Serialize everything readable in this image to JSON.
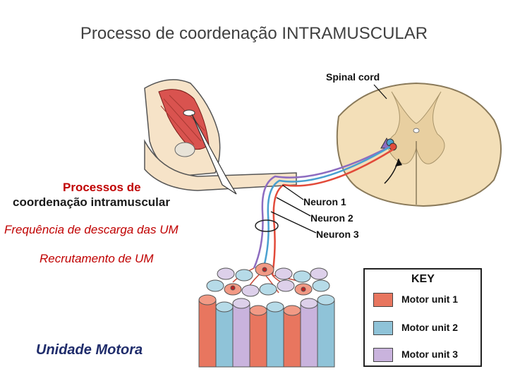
{
  "title": "Processo de coordenação INTRAMUSCULAR",
  "overlay": {
    "heading_line1": "Processos de",
    "heading_line2": "coordenação intramuscular",
    "item1": "Frequência de descarga das UM",
    "item2": "Recrutamento de UM",
    "footer": "Unidade Motora"
  },
  "diagram_labels": {
    "spinal_cord": "Spinal cord",
    "neuron1": "Neuron 1",
    "neuron2": "Neuron 2",
    "neuron3": "Neuron 3"
  },
  "key": {
    "title": "KEY",
    "items": [
      {
        "label": "Motor unit 1",
        "color": "#e8765f"
      },
      {
        "label": "Motor unit 2",
        "color": "#8fc3d8"
      },
      {
        "label": "Motor unit 3",
        "color": "#c9b3dd"
      }
    ]
  },
  "colors": {
    "title": "#404040",
    "overlay_red": "#c00000",
    "footer_blue": "#1f2c6b",
    "cord": "#f3dfb8"
  }
}
